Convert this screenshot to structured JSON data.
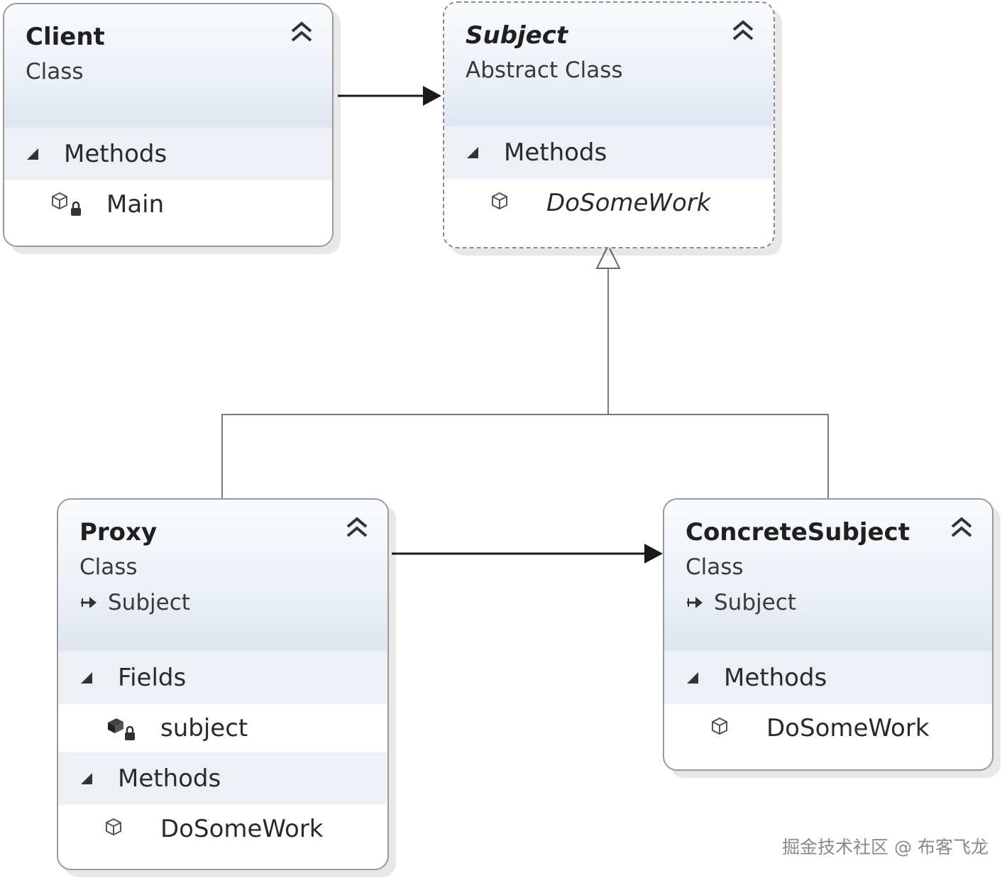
{
  "classes": {
    "client": {
      "name": "Client",
      "kind": "Class",
      "sections": [
        {
          "title": "Methods",
          "members": [
            "Main"
          ]
        }
      ]
    },
    "subject": {
      "name": "Subject",
      "kind": "Abstract Class",
      "sections": [
        {
          "title": "Methods",
          "members": [
            "DoSomeWork"
          ]
        }
      ]
    },
    "proxy": {
      "name": "Proxy",
      "kind": "Class",
      "parent": "Subject",
      "sections": [
        {
          "title": "Fields",
          "members": [
            "subject"
          ]
        },
        {
          "title": "Methods",
          "members": [
            "DoSomeWork"
          ]
        }
      ]
    },
    "concrete": {
      "name": "ConcreteSubject",
      "kind": "Class",
      "parent": "Subject",
      "sections": [
        {
          "title": "Methods",
          "members": [
            "DoSomeWork"
          ]
        }
      ]
    }
  },
  "relationships": [
    {
      "from": "Client",
      "to": "Subject",
      "type": "association"
    },
    {
      "from": "Proxy",
      "to": "ConcreteSubject",
      "type": "association"
    },
    {
      "from": "Proxy",
      "to": "Subject",
      "type": "inheritance"
    },
    {
      "from": "ConcreteSubject",
      "to": "Subject",
      "type": "inheritance"
    }
  ],
  "watermark": "掘金技术社区 @ 布客飞龙"
}
